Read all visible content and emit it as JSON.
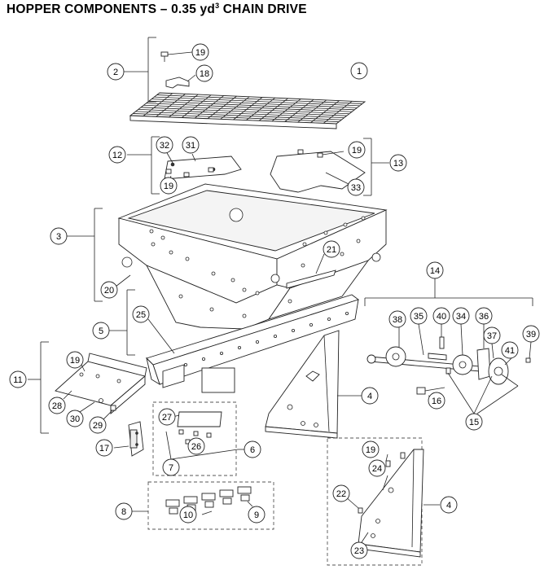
{
  "title": {
    "main": "HOPPER COMPONENTS – 0.35 yd",
    "superscript": "3",
    "suffix": " CHAIN DRIVE"
  },
  "callouts": [
    "1",
    "2",
    "3",
    "4",
    "5",
    "6",
    "7",
    "8",
    "9",
    "10",
    "11",
    "12",
    "13",
    "14",
    "15",
    "16",
    "17",
    "18",
    "19",
    "20",
    "21",
    "22",
    "23",
    "24",
    "25",
    "26",
    "27",
    "28",
    "29",
    "30",
    "31",
    "32",
    "33",
    "34",
    "35",
    "36",
    "37",
    "38",
    "39",
    "40",
    "41"
  ],
  "repeat_callouts": [
    "19",
    "19",
    "19",
    "19",
    "4"
  ]
}
